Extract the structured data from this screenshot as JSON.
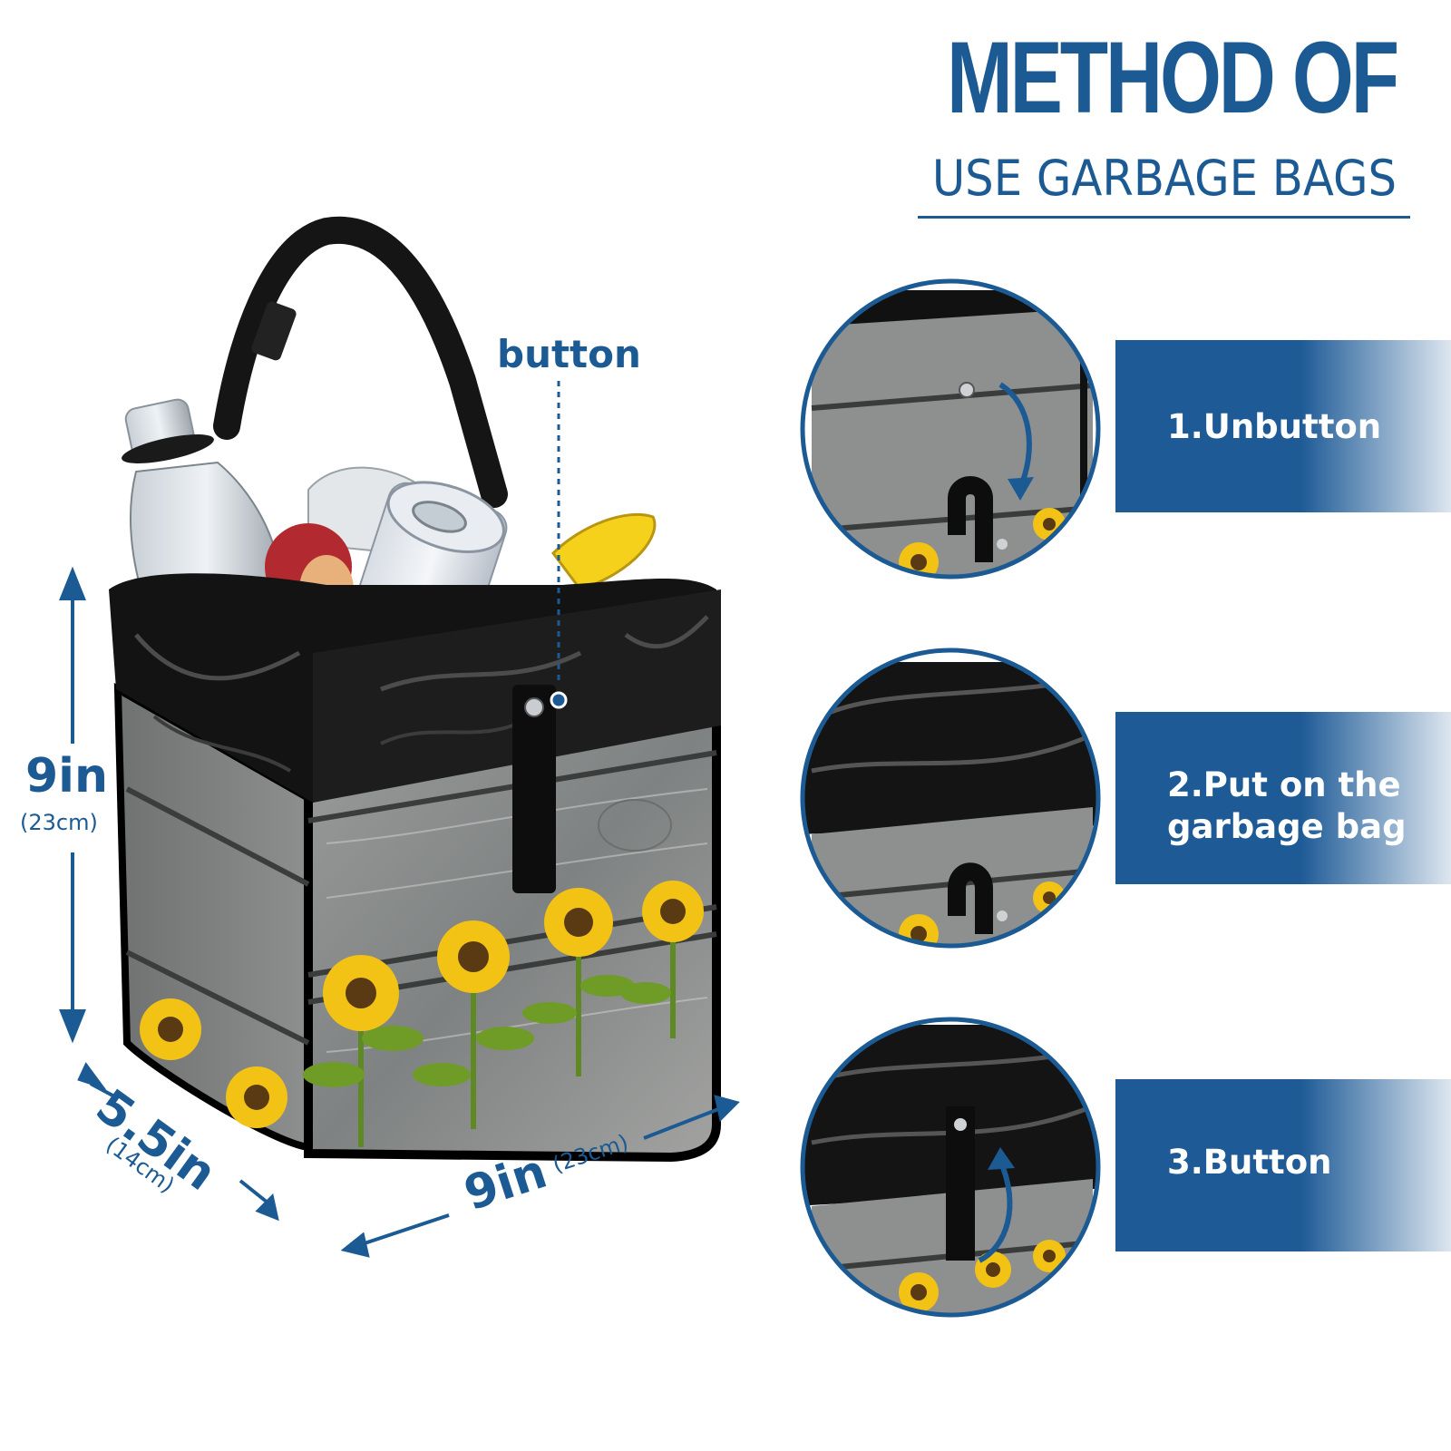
{
  "colors": {
    "accent": "#1c5a94",
    "band_dark": "#1d5a96",
    "background": "#ffffff",
    "wood": "#8b8e8d",
    "plastic": "#111111",
    "sunflower": "#f2c314"
  },
  "header": {
    "title": "METHOD OF",
    "subtitle": "USE GARBAGE BAGS"
  },
  "product": {
    "button_callout": "button",
    "height_label": "9in",
    "height_metric": "(23cm)",
    "depth_label": "5.5in",
    "depth_metric": "(14cm)",
    "width_label": "9in",
    "width_metric": "(23cm)"
  },
  "steps": [
    {
      "label": "1.Unbutton",
      "icon": "curved-arrow-down-icon"
    },
    {
      "label": "2.Put on the garbage bag",
      "line1": "2.Put on the",
      "line2": "garbage bag"
    },
    {
      "label": "3.Button",
      "icon": "curved-arrow-up-icon"
    }
  ]
}
